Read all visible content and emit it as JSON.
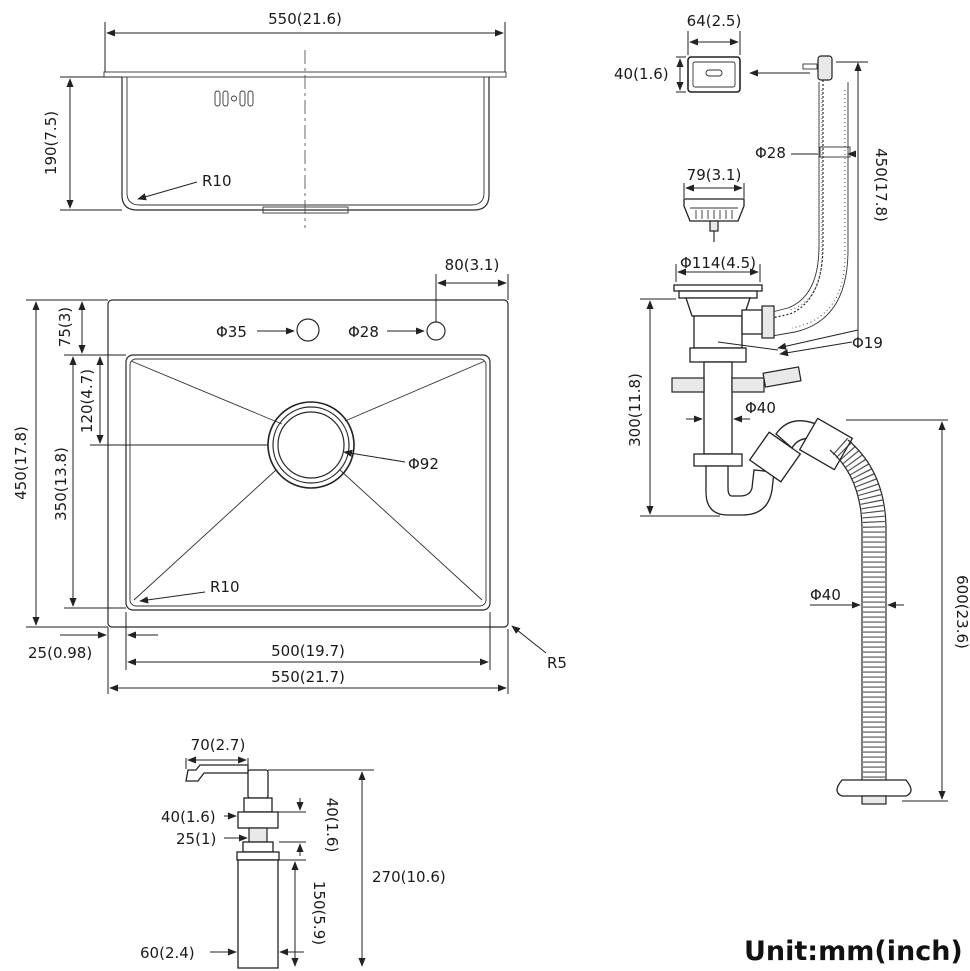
{
  "labels": {
    "side_width": "550(21.6)",
    "side_height": "190(7.5)",
    "side_radius": "R10",
    "top_offset_width": "80(3.1)",
    "hole_35": "Φ35",
    "hole_28": "Φ28",
    "top_75": "75(3)",
    "top_120": "120(4.7)",
    "top_350": "350(13.8)",
    "top_450": "450(17.8)",
    "drain_92": "Φ92",
    "inner_radius": "R10",
    "corner_radius": "R5",
    "rim_25": "25(0.98)",
    "inner_width": "500(19.7)",
    "outer_width": "550(21.7)",
    "overflow_64": "64(2.5)",
    "overflow_40": "40(1.6)",
    "hose_28": "Φ28",
    "hose_450": "450(17.8)",
    "basket_79": "79(3.1)",
    "strainer_114": "Φ114(4.5)",
    "pipe_19": "Φ19",
    "trap_300": "300(11.8)",
    "trap_40": "Φ40",
    "drain_hose_40": "Φ40",
    "drain_hose_600": "600(23.6)",
    "soap_70": "70(2.7)",
    "soap_40a": "40(1.6)",
    "soap_25": "25(1)",
    "soap_40b": "40(1.6)",
    "soap_150": "150(5.9)",
    "soap_270": "270(10.6)",
    "soap_60": "60(2.4)",
    "unit": "Unit:mm(inch)"
  },
  "colors": {
    "line": "#222222",
    "background": "#ffffff"
  }
}
